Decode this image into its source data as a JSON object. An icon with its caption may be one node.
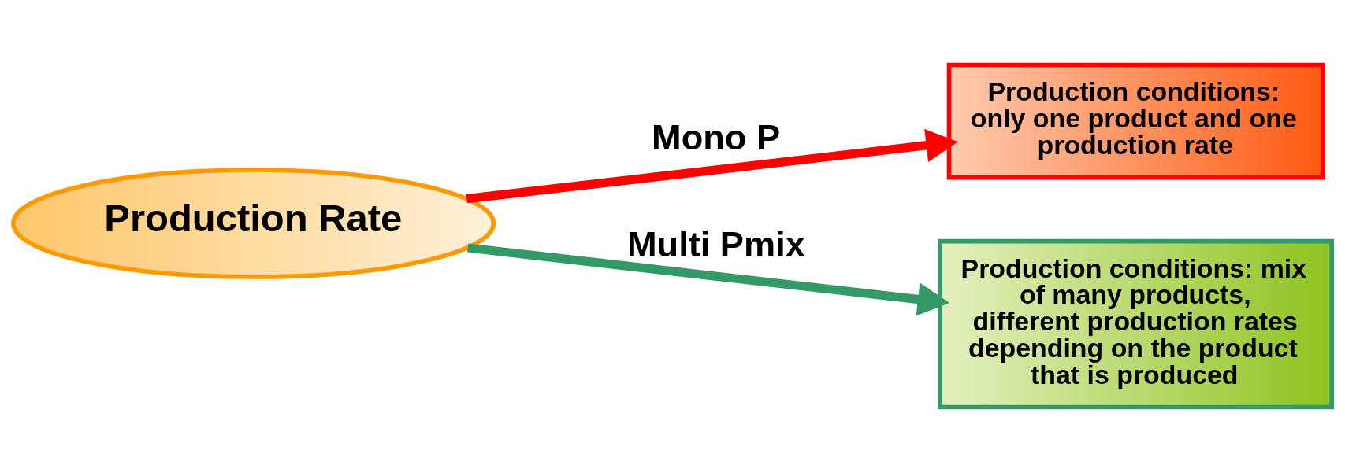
{
  "diagram": {
    "nodes": [
      {
        "text": [
          "Production Rate"
        ]
      },
      {
        "text": [
          "Production conditions: only one product and one production rate"
        ]
      },
      {
        "text": [
          "Production conditions: mix of many products, different production rates depending on the product that is produced"
        ]
      }
    ],
    "edges": [
      {
        "from": 0,
        "to": 1,
        "arrow": "to",
        "label": "Mono P",
        "color": "#ff0000"
      },
      {
        "from": 0,
        "to": 2,
        "arrow": "to",
        "label": "Multi Pmix",
        "color": "#339966"
      }
    ]
  }
}
